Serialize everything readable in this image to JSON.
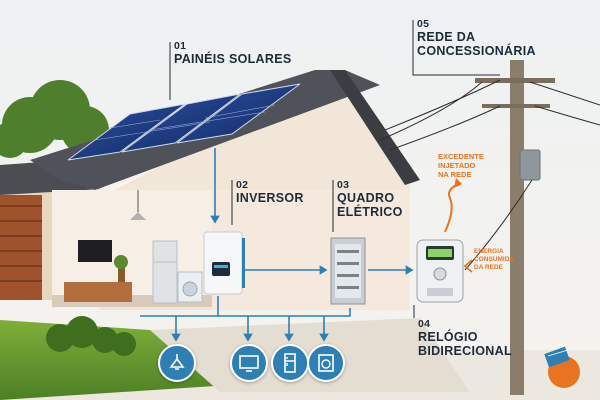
{
  "labels": {
    "paineis": {
      "num": "01",
      "text": "PAINÉIS SOLARES"
    },
    "inversor": {
      "num": "02",
      "text": "INVERSOR"
    },
    "quadro": {
      "num": "03",
      "text1": "QUADRO",
      "text2": "ELÉTRICO"
    },
    "relogio": {
      "num": "04",
      "text1": "RELÓGIO",
      "text2": "BIDIRECIONAL"
    },
    "rede": {
      "num": "05",
      "text1": "REDE DA",
      "text2": "CONCESSIONÁRIA"
    }
  },
  "annotations": {
    "excedente": [
      "EXCEDENTE",
      "INJETADO",
      "NA REDE"
    ],
    "energia": [
      "ENERGIA",
      "CONSUMIDA",
      "DA REDE"
    ]
  },
  "appliance_icons": [
    "lamp-icon",
    "tv-icon",
    "fridge-icon",
    "washer-icon"
  ],
  "colors": {
    "accent": "#2e7fb3",
    "highlight": "#e8741f",
    "label": "#1d2b3a"
  }
}
